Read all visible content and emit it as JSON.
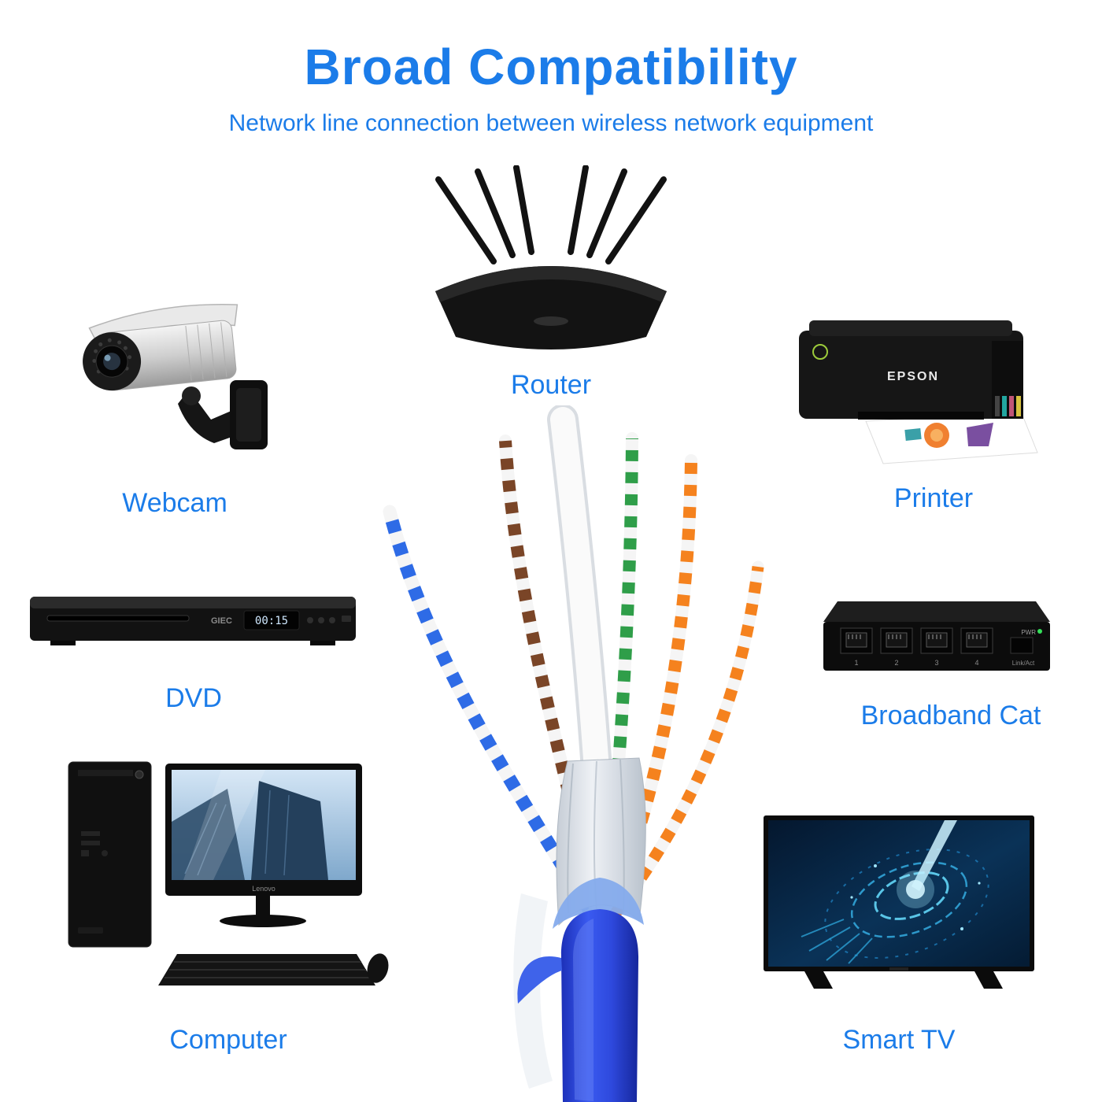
{
  "title": "Broad Compatibility",
  "subtitle": "Network line connection between wireless network equipment",
  "accent_color": "#1b7ce9",
  "devices": [
    {
      "id": "webcam",
      "label": "Webcam"
    },
    {
      "id": "router",
      "label": "Router"
    },
    {
      "id": "printer",
      "label": "Printer",
      "brand": "EPSON"
    },
    {
      "id": "dvd",
      "label": "DVD",
      "brand": "GIEC",
      "display": "00:15"
    },
    {
      "id": "broadband-cat",
      "label": "Broadband Cat",
      "pwr_label": "PWR",
      "link_label": "Link/Act",
      "port_labels": [
        "1",
        "2",
        "3",
        "4"
      ]
    },
    {
      "id": "computer",
      "label": "Computer",
      "brand": "Lenovo"
    },
    {
      "id": "smart-tv",
      "label": "Smart TV"
    }
  ],
  "cable": {
    "jacket_color": "#2b46e0",
    "pair_colors": [
      "#2e6be6",
      "#7a4527",
      "#2f9e49",
      "#f5821e"
    ]
  }
}
